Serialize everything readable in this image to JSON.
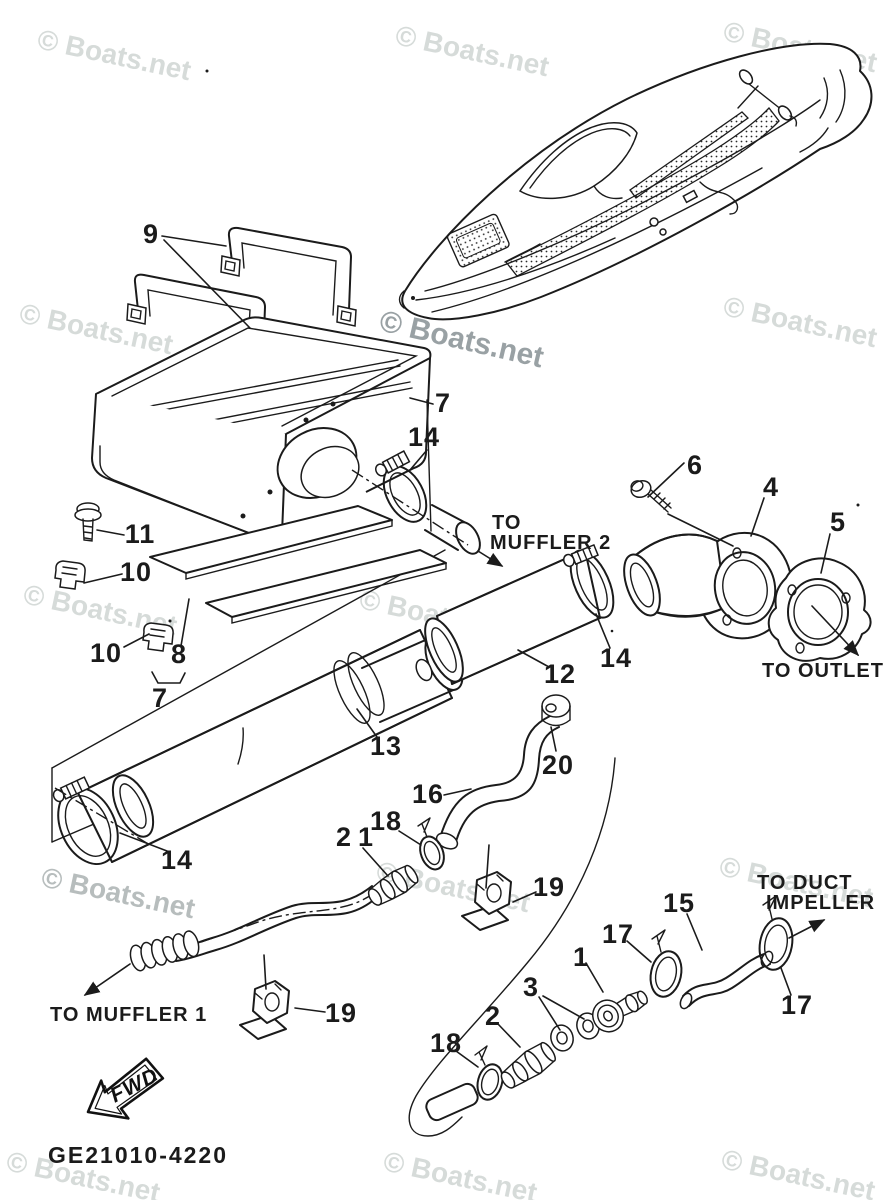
{
  "watermark": {
    "text": "© Boats.net"
  },
  "colors": {
    "line": "#1b1b1b",
    "background": "#ffffff",
    "watermark_light": "#d6dbd9",
    "watermark_medium": "#b7bdbd",
    "watermark_dark": "#99a1a4"
  },
  "callouts": {
    "1": "1",
    "2": "2",
    "3": "3",
    "4": "4",
    "5": "5",
    "6": "6",
    "7": "7",
    "8": "8",
    "9": "9",
    "10": "10",
    "11": "11",
    "12": "12",
    "13": "13",
    "14": "14",
    "15": "15",
    "16": "16",
    "17": "17",
    "18": "18",
    "19": "19",
    "20": "20",
    "21": "21"
  },
  "directions": {
    "to_muffler_2_line1": "TO",
    "to_muffler_2_line2": "MUFFLER 2",
    "to_outlet": "TO OUTLET",
    "to_muffler_1": "TO MUFFLER 1",
    "to_duct_impeller_line1": "TO DUCT",
    "to_duct_impeller_line2": "IMPELLER"
  },
  "footer": {
    "drawing_code": "GE21010-4220",
    "fwd_arrow": "FWD"
  }
}
